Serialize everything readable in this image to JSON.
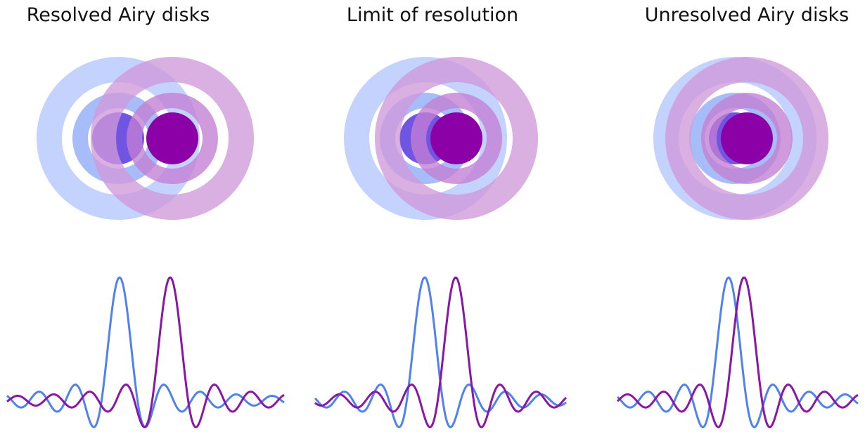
{
  "colors": {
    "blue_outer_ring": "#b3c7fc",
    "blue_inner_ring": "#8eabf7",
    "blue_core": "#6347e0",
    "blue_line": "#4f82ef",
    "purple_outer_ring": "#cf99da",
    "purple_inner_ring": "#c37fd3",
    "purple_core": "#8b00a7",
    "purple_line": "#8a16a6",
    "gap": "#ffffff"
  },
  "panels": [
    {
      "id": "resolved",
      "title": "Resolved Airy disks",
      "separation": "large"
    },
    {
      "id": "limit",
      "title": "Limit of resolution",
      "separation": "first-minimum"
    },
    {
      "id": "unresolved",
      "title": "Unresolved Airy disks",
      "separation": "small"
    }
  ]
}
